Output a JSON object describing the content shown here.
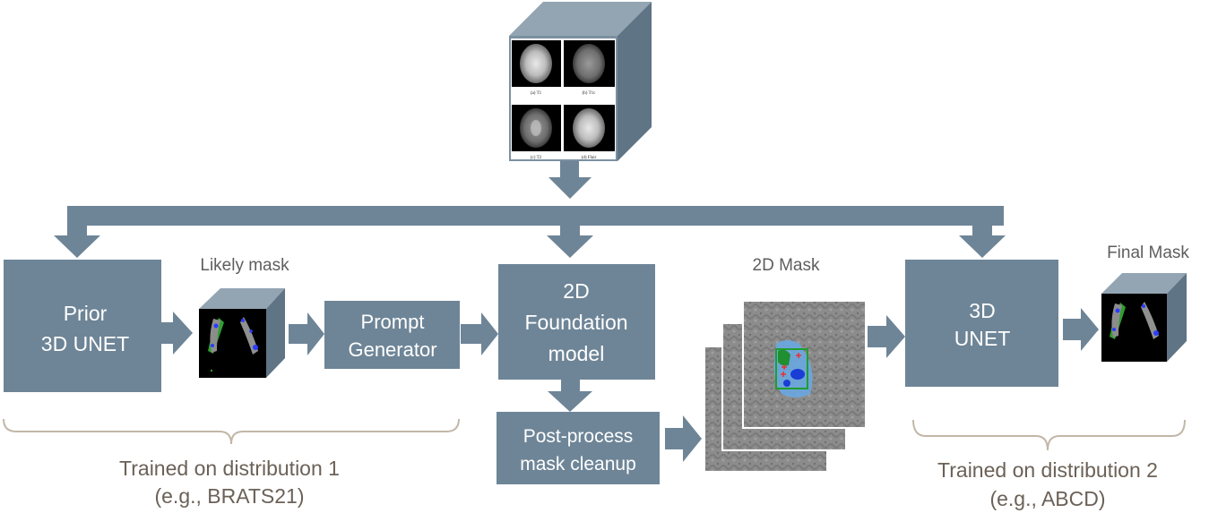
{
  "boxes": {
    "prior_unet": [
      "Prior",
      "3D UNET"
    ],
    "prompt_generator": [
      "Prompt",
      "Generator"
    ],
    "foundation_model": [
      "2D",
      "Foundation",
      "model"
    ],
    "post_process": [
      "Post-process",
      "mask cleanup"
    ],
    "unet_3d": [
      "3D",
      "UNET"
    ]
  },
  "labels": {
    "likely_mask": "Likely mask",
    "mask_2d": "2D Mask",
    "final_mask": "Final Mask"
  },
  "mri_captions": [
    "(a) T1",
    "(b) T1c",
    "(c) T2",
    "(d) Flair"
  ],
  "brackets": {
    "left": [
      "Trained on distribution 1",
      "(e.g., BRATS21)"
    ],
    "right": [
      "Trained on distribution 2",
      "(e.g., ABCD)"
    ]
  },
  "colors": {
    "box_fill": "#6e8597",
    "arrow_fill": "#6e8597",
    "cube_front": "#7b90a1",
    "cube_top": "#93a5b3",
    "cube_side": "#5f7484",
    "bracket": "#c2b7a8",
    "bracket_text": "#6b6157"
  }
}
